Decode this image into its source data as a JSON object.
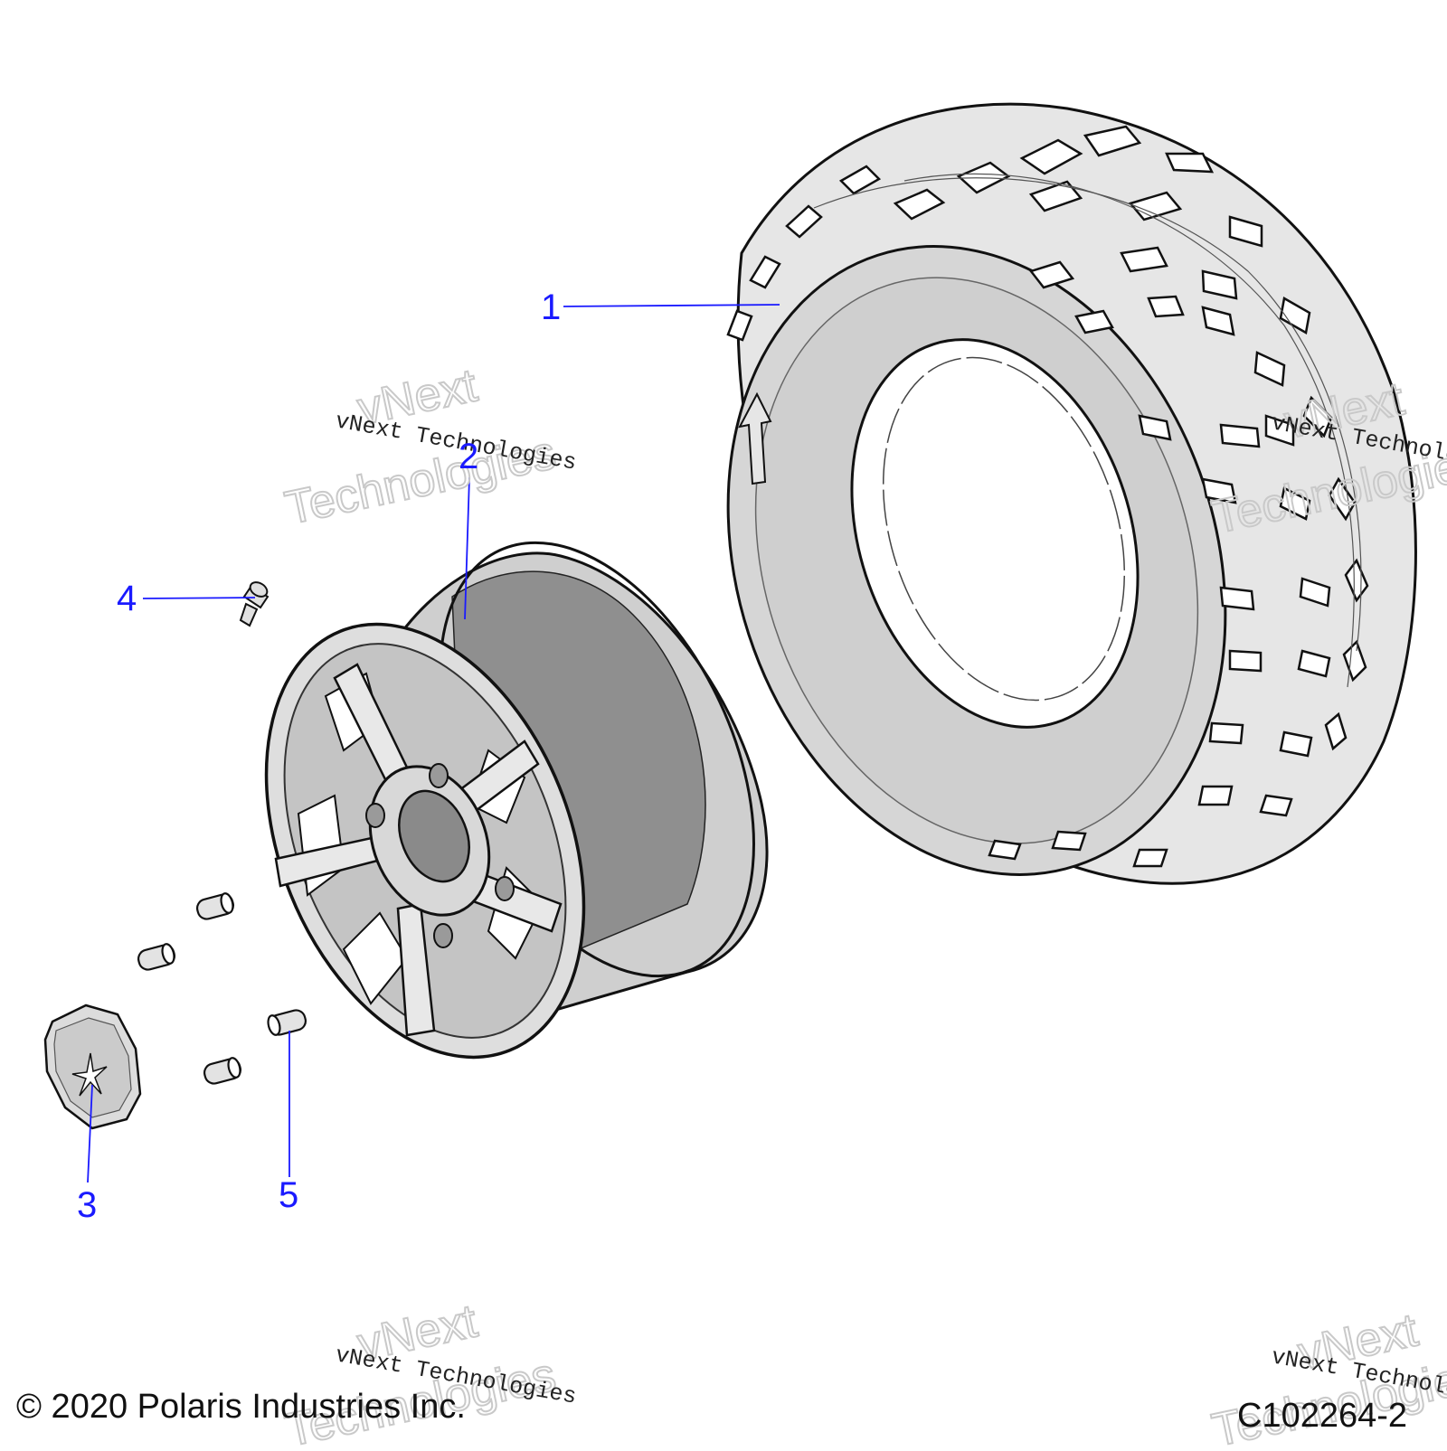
{
  "diagram": {
    "callouts": [
      {
        "id": "1",
        "label": "1"
      },
      {
        "id": "2",
        "label": "2"
      },
      {
        "id": "3",
        "label": "3"
      },
      {
        "id": "4",
        "label": "4"
      },
      {
        "id": "5",
        "label": "5"
      }
    ],
    "watermark": {
      "line1": "vNext",
      "line2": "Technologies",
      "small": "vNext Technologies"
    },
    "footer": {
      "copyright": "© 2020 Polaris Industries Inc.",
      "code": "C102264-2"
    },
    "colors": {
      "callout": "#1a1aff",
      "outline": "#111111",
      "part_fill": "#d6d6d6",
      "shade": "#9a9a9a"
    }
  }
}
